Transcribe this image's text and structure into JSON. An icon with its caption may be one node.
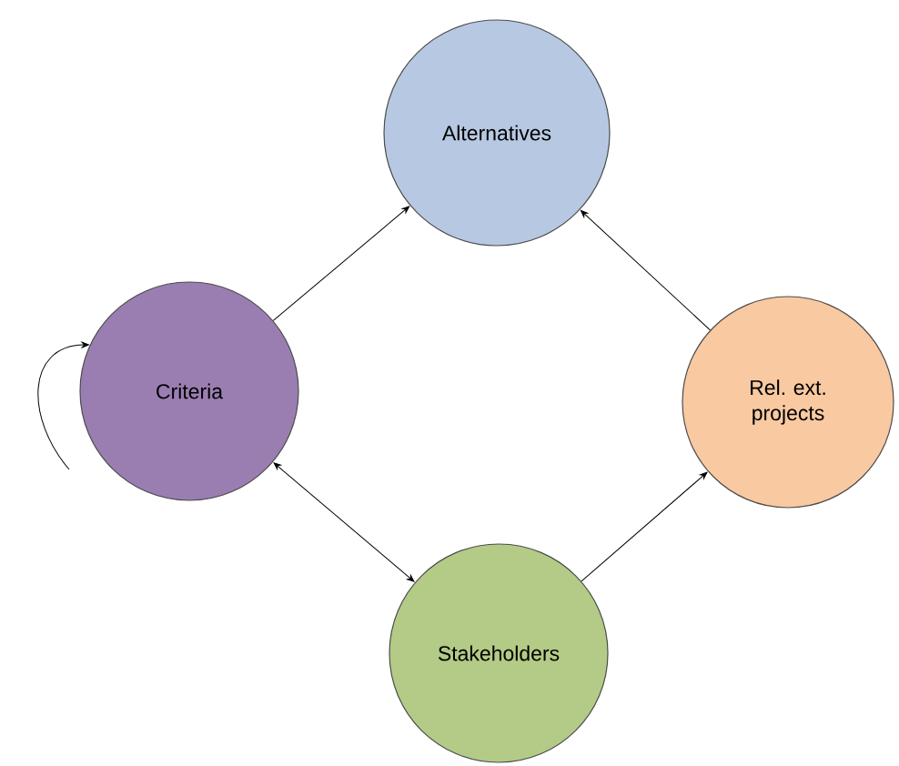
{
  "diagram": {
    "nodes": [
      {
        "text": [
          "Alternatives"
        ]
      },
      {
        "text": [
          "Criteria"
        ]
      },
      {
        "text": [
          "Rel. ext. projects"
        ]
      },
      {
        "text": [
          "Stakeholders"
        ]
      }
    ],
    "edges": [
      {
        "from": 1,
        "to": 0,
        "arrow": "to"
      },
      {
        "from": 2,
        "to": 0,
        "arrow": "to"
      },
      {
        "from": 1,
        "to": 3,
        "arrow": "both"
      },
      {
        "from": 3,
        "to": 2,
        "arrow": "to"
      },
      {
        "from": null,
        "to": 1,
        "arrow": "to"
      }
    ]
  }
}
